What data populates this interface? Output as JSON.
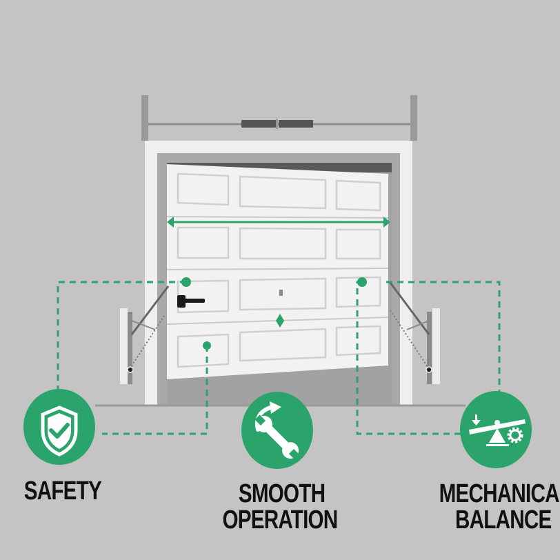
{
  "diagram": {
    "subject": "Garage door with misaligned panel, springs and balance",
    "colors": {
      "background": "#c4c4c4",
      "accent_green": "#2aa46b",
      "door_white": "#f2f2f2",
      "frame_white": "#efefef",
      "dark_gray": "#555555",
      "text": "#111111"
    },
    "features": [
      {
        "id": "safety",
        "label": "SAFETY",
        "icon": "shield-check-icon"
      },
      {
        "id": "smooth",
        "label_line1": "SMOOTH",
        "label_line2": "OPERATION",
        "icon": "wrench-rotate-icon"
      },
      {
        "id": "balance",
        "label_line1": "MECHANICAL",
        "label_line2": "BALANCE",
        "icon": "seesaw-gear-icon"
      }
    ],
    "annotations": {
      "width_arrow": "double-headed-arrow",
      "center_marker": "diamond"
    }
  }
}
